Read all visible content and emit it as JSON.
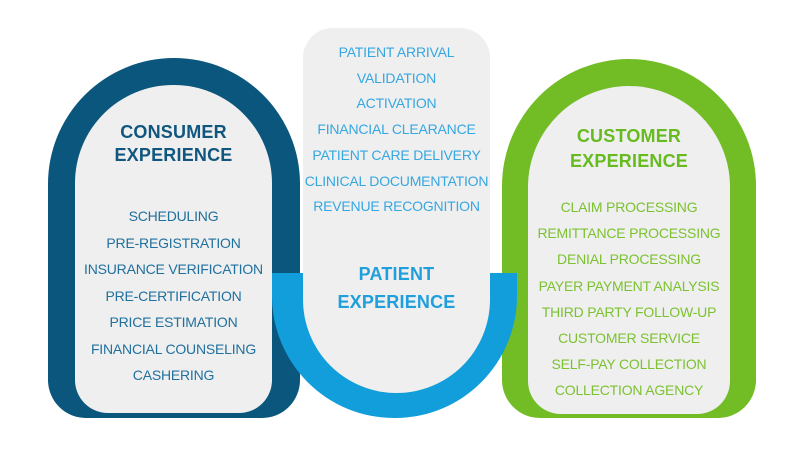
{
  "diagram": {
    "page_background": "#FFFFFF",
    "panel_background": "#EFEFEF",
    "left_panel": {
      "accent_color": "#0B567C",
      "title_color": "#10567E",
      "item_color": "#20709F",
      "title_lines": [
        "CONSUMER",
        "EXPERIENCE"
      ],
      "items": [
        "SCHEDULING",
        "PRE-REGISTRATION",
        "INSURANCE VERIFICATION",
        "PRE-CERTIFICATION",
        "PRICE ESTIMATION",
        "FINANCIAL COUNSELING",
        "CASHERING"
      ]
    },
    "middle_panel": {
      "accent_color": "#119EDB",
      "title_color": "#1F9FDC",
      "item_color": "#35A7E1",
      "title_lines": [
        "PATIENT",
        "EXPERIENCE"
      ],
      "items": [
        "PATIENT ARRIVAL",
        "VALIDATION",
        "ACTIVATION",
        "FINANCIAL CLEARANCE",
        "PATIENT CARE DELIVERY",
        "CLINICAL DOCUMENTATION",
        "REVENUE RECOGNITION"
      ]
    },
    "right_panel": {
      "accent_color": "#72BC26",
      "title_color": "#66BB1F",
      "item_color": "#7CC230",
      "title_lines": [
        "CUSTOMER",
        "EXPERIENCE"
      ],
      "items": [
        "CLAIM PROCESSING",
        "REMITTANCE PROCESSING",
        "DENIAL PROCESSING",
        "PAYER PAYMENT ANALYSIS",
        "THIRD PARTY FOLLOW-UP",
        "CUSTOMER SERVICE",
        "SELF-PAY COLLECTION",
        "COLLECTION AGENCY"
      ]
    }
  }
}
